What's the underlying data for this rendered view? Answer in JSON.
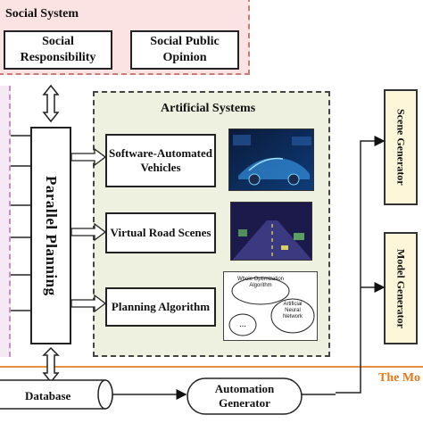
{
  "social": {
    "title": "Social System",
    "responsibility": "Social Responsibility",
    "opinion": "Social Public Opinion"
  },
  "artificial": {
    "title": "Artificial Systems",
    "items": [
      {
        "label": "Software-Automated Vehicles"
      },
      {
        "label": "Virtual Road Scenes"
      },
      {
        "label": "Planning Algorithm"
      }
    ],
    "algorithms": {
      "whole": "Whole Optimization Algorithm",
      "ann": "Artificial Neural Network",
      "more": "..."
    }
  },
  "planning": {
    "label": "Parallel Planning"
  },
  "generators": {
    "scene": "Scene Generator",
    "model": "Model Generator"
  },
  "bottom": {
    "database": "Database",
    "automation": "Automation Generator",
    "model_label": "The Mo"
  },
  "colors": {
    "social_bg": "#fbe3e3",
    "artificial_bg": "#eef0e0",
    "generator_bg": "#fdf6d8",
    "divider": "#e89040"
  }
}
